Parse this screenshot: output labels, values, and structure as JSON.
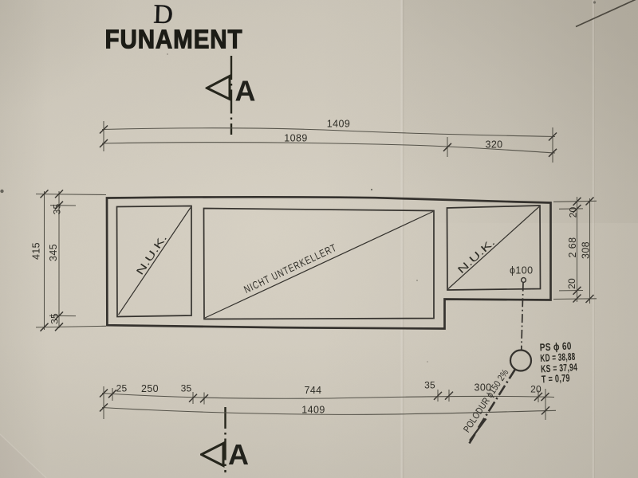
{
  "sheet": {
    "handwritten_letter": "D",
    "title": "FUNAMENT"
  },
  "section_marker": {
    "top_letter": "A",
    "bottom_letter": "A"
  },
  "dimensions": {
    "top": {
      "overall": "1409",
      "segment_left": "1089",
      "segment_right": "320"
    },
    "bottom": {
      "overall": "1409",
      "segments": [
        "25",
        "250",
        "35",
        "744",
        "35",
        "300",
        "20"
      ]
    },
    "left": {
      "overall": "415",
      "segments": [
        "35",
        "345",
        "35"
      ]
    },
    "right": {
      "overall": "308",
      "segments": [
        "20",
        "2 68",
        "20"
      ]
    }
  },
  "areas": {
    "left_label": "N.U.K.",
    "middle_label": "NICHT UNTERKELLERT",
    "right_label": "N.U.K."
  },
  "drainage": {
    "inlet_label": "ϕ100",
    "pipe_label": "POLODUR ϕ150 2%",
    "note_line1": "PS ϕ 60",
    "note_line2": "KD = 38,88",
    "note_line3": "KS = 37,94",
    "note_line4": "T = 0,79"
  }
}
